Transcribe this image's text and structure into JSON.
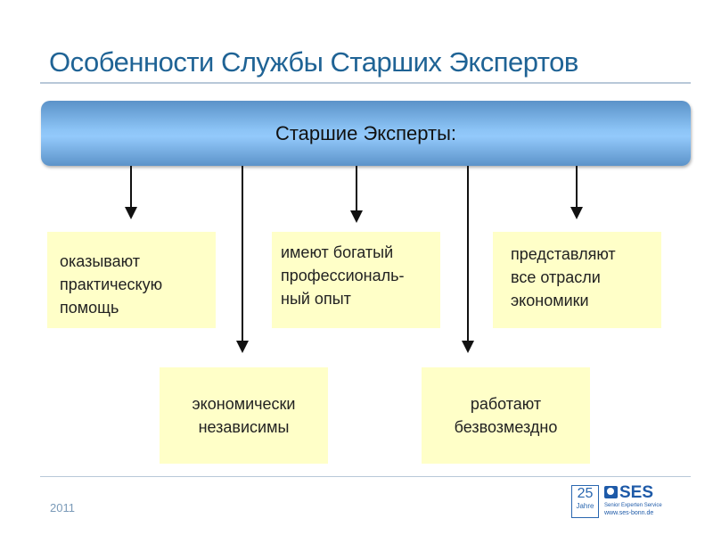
{
  "title": "Особенности Службы Старших Экспертов",
  "header_bar": "Старшие Эксперты:",
  "boxes": [
    {
      "lines": [
        "оказывают",
        "практическую",
        "помощь"
      ]
    },
    {
      "lines": [
        "имеют богатый",
        "профессиональ-",
        "ный опыт"
      ]
    },
    {
      "lines": [
        "представляют",
        "все отрасли",
        "экономики"
      ]
    },
    {
      "lines": [
        "экономически",
        "независимы"
      ]
    },
    {
      "lines": [
        "работают",
        "безвозмездно"
      ]
    }
  ],
  "footer": {
    "year": "2011",
    "logo": {
      "badge_number": "25",
      "badge_word": "Jahre",
      "brand": "SES",
      "tagline": "Senior Experten Service",
      "url": "www.ses-bonn.de"
    }
  }
}
